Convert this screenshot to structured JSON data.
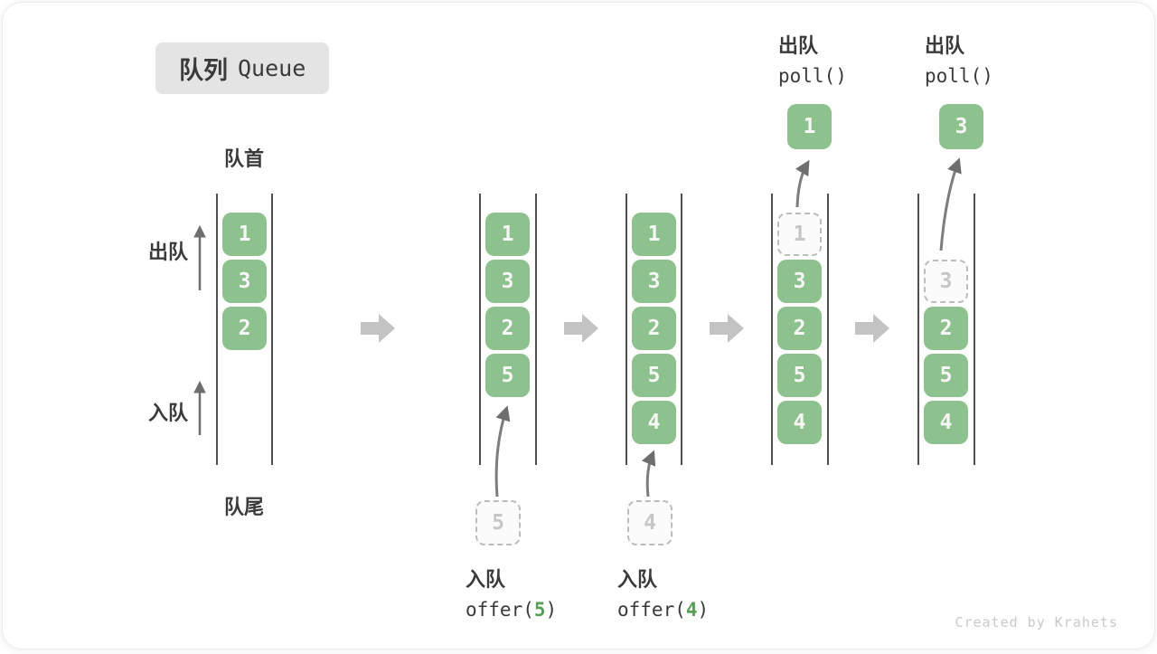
{
  "title": {
    "zh": "队列",
    "en": "Queue"
  },
  "side_labels": {
    "front": "队首",
    "rear": "队尾",
    "dequeue": "出队",
    "enqueue": "入队"
  },
  "queues": [
    {
      "items": [
        "1",
        "3",
        "2"
      ]
    },
    {
      "items": [
        "1",
        "3",
        "2",
        "5"
      ],
      "incoming": "5"
    },
    {
      "items": [
        "1",
        "3",
        "2",
        "5",
        "4"
      ],
      "incoming": "4"
    },
    {
      "ghost": "1",
      "items": [
        "3",
        "2",
        "5",
        "4"
      ],
      "polled": "1"
    },
    {
      "ghost": "3",
      "items": [
        "2",
        "5",
        "4"
      ],
      "polled": "3"
    }
  ],
  "operations": {
    "enqueue_5": {
      "label": "入队",
      "code_prefix": "offer(",
      "arg": "5",
      "code_suffix": ")"
    },
    "enqueue_4": {
      "label": "入队",
      "code_prefix": "offer(",
      "arg": "4",
      "code_suffix": ")"
    },
    "poll_first": {
      "label": "出队",
      "code": "poll()"
    },
    "poll_second": {
      "label": "出队",
      "code": "poll()"
    }
  },
  "watermark": "Created by Krahets",
  "colors": {
    "item-green": "#8dc18d",
    "code-green": "#55a055",
    "line-gray": "#4f4f4f",
    "arrow-gray": "#6e6e6e",
    "block-arrow-gray": "#c3c3c3",
    "dashed-gray": "#bdbdbd",
    "ghost-text": "#c6c6c6",
    "text-dark": "#3a3a3a",
    "title-bg": "#e4e4e4",
    "watermark-gray": "#c9c9c9"
  }
}
